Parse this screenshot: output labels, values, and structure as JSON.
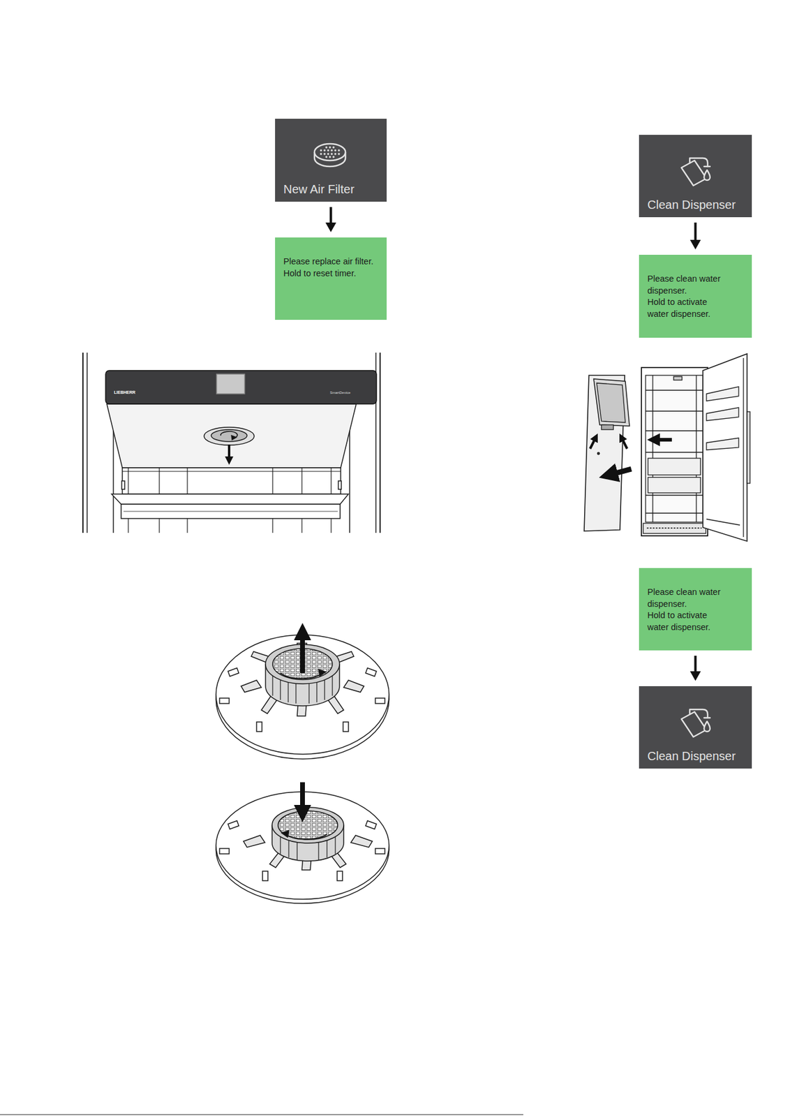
{
  "diagram": {
    "nodes": [
      {
        "text": [
          "New Air Filter"
        ]
      },
      {
        "text": [
          "Please replace air filter.",
          "Hold to reset timer."
        ]
      },
      {
        "text": [
          "Clean Dispenser"
        ]
      },
      {
        "text": [
          "Please clean water dispenser.",
          "Hold to activate water dispenser."
        ]
      },
      {
        "text": [
          "Please clean water dispenser.",
          "Hold to activate water dispenser."
        ]
      },
      {
        "text": [
          "Clean Dispenser"
        ]
      }
    ],
    "edges": [
      {
        "from": 0,
        "to": 1,
        "arrow": "to"
      },
      {
        "from": 2,
        "to": 3,
        "arrow": "to"
      },
      {
        "from": 4,
        "to": 5,
        "arrow": "to"
      }
    ],
    "labels": [
      "LIEBHERR",
      "SmartDevice"
    ]
  }
}
